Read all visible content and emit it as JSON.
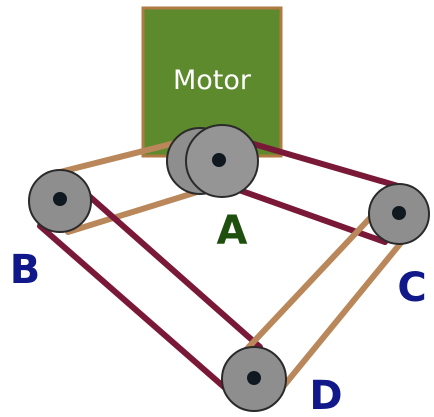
{
  "motor": {
    "label": "Motor",
    "fill_color": "#5e8a2e",
    "border_color": "#b07a43"
  },
  "pulleys": [
    {
      "id": "A",
      "label": "A",
      "label_color": "#1e4f0f"
    },
    {
      "id": "B",
      "label": "B",
      "label_color": "#10188a"
    },
    {
      "id": "C",
      "label": "C",
      "label_color": "#10188a"
    },
    {
      "id": "D",
      "label": "D",
      "label_color": "#10188a"
    }
  ],
  "belts": [
    {
      "from": "A",
      "to": "B",
      "color": "tan"
    },
    {
      "from": "A",
      "to": "C",
      "color": "maroon"
    },
    {
      "from": "B",
      "to": "D",
      "color": "maroon"
    },
    {
      "from": "C",
      "to": "D",
      "color": "tan"
    }
  ],
  "colors": {
    "belt_tan": "#b9875a",
    "belt_maroon": "#7a1838",
    "pulley_fill": "#8e8e8e",
    "pulley_outline": "#2a2a2a",
    "hub": "#101820"
  }
}
